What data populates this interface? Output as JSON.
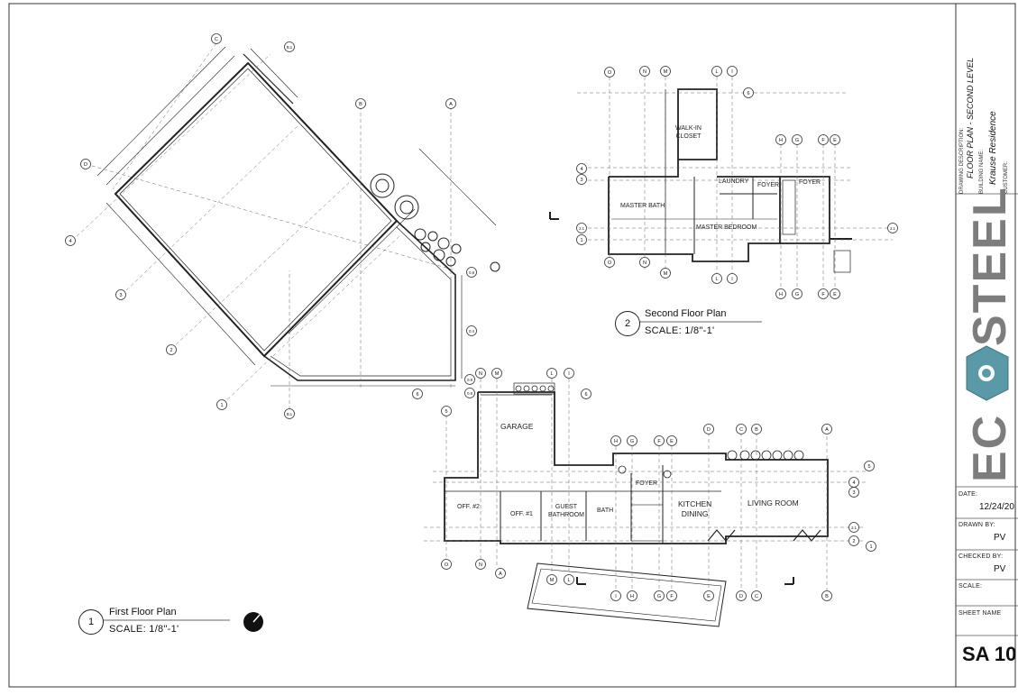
{
  "title_block": {
    "drawing_description_label": "DRAWING DESCRIPTION:",
    "drawing_description": "FLOOR PLAN - SECOND LEVEL",
    "building_name_label": "BUILDING NAME:",
    "building_name": "Krause Residence",
    "customer_label": "CUSTOMER:",
    "logo_text_left": "EC",
    "logo_text_right": "STEEL",
    "date_label": "DATE:",
    "date": "12/24/20",
    "drawn_by_label": "DRAWN BY:",
    "drawn_by": "PV",
    "checked_by_label": "CHECKED BY:",
    "checked_by": "PV",
    "scale_label": "SCALE:",
    "sheet_name_label": "SHEET NAME",
    "sheet_number": "SA 10"
  },
  "views": {
    "first_floor": {
      "number": "1",
      "title": "First Floor Plan",
      "scale": "SCALE: 1/8\"-1'"
    },
    "second_floor": {
      "number": "2",
      "title": "Second Floor Plan",
      "scale": "SCALE: 1/8\"-1'"
    }
  },
  "rooms": {
    "walk_in_closet": "WALK-IN\nCLOSET",
    "laundry": "LAUNDRY",
    "foyer_upper_a": "FOYER",
    "foyer_upper_b": "FOYER",
    "master_bath": "MASTER BATH",
    "master_bedroom": "MASTER BEDROOM",
    "garage": "GARAGE",
    "foyer_lower": "FOYER",
    "kitchen_dining": "KITCHEN\nDINING",
    "living_room": "LIVING ROOM",
    "office_2": "OFF. #2",
    "office_1": "OFF. #1",
    "guest_bathroom": "GUEST\nBATHROOM",
    "bath": "BATH"
  },
  "grid_bubbles": {
    "site": [
      "C",
      "B.1",
      "B",
      "A",
      "D",
      "4",
      "3",
      "2",
      "1",
      "B.1",
      "0.8",
      "0.4",
      "6"
    ],
    "second_top": [
      "O",
      "N",
      "M",
      "L",
      "I",
      "6"
    ],
    "second_left": [
      "4",
      "3",
      "2.1",
      "1",
      "O",
      "N",
      "M",
      "L",
      "I"
    ],
    "second_right": [
      "H",
      "G",
      "F",
      "E",
      "2.1",
      "H",
      "G",
      "F",
      "E"
    ],
    "first_top": [
      "N",
      "M",
      "L",
      "I",
      "0.8",
      "0.6",
      "6",
      "5"
    ],
    "first_right": [
      "H",
      "G",
      "F",
      "E",
      "D",
      "C",
      "B",
      "A",
      "5",
      "4",
      "3",
      "2.1",
      "2",
      "1"
    ],
    "first_bottom": [
      "O",
      "N",
      "M",
      "L",
      "I",
      "H",
      "G",
      "F",
      "E",
      "D",
      "C",
      "B",
      "A"
    ]
  }
}
